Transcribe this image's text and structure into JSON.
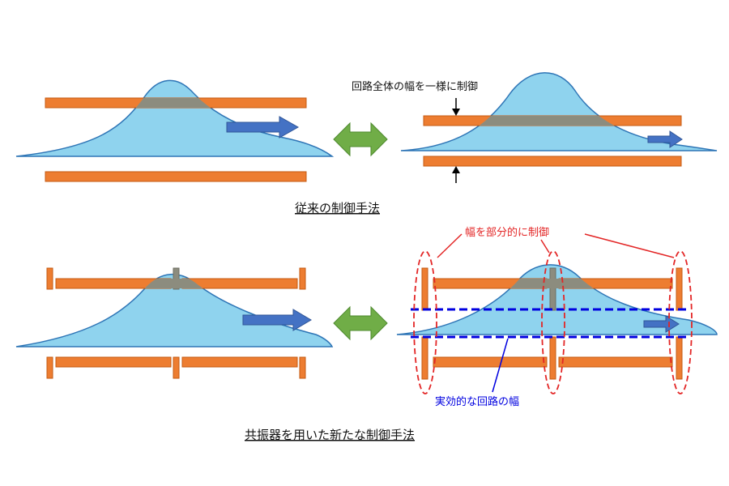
{
  "top_annotation": "回路全体の幅を一様に制御",
  "title_conventional": "従来の制御手法",
  "partial_annotation": "幅を部分的に制御",
  "effective_annotation": "実効的な回路の幅",
  "title_new": "共振器を用いた新たな制御手法",
  "colors": {
    "plate": "#ED7D31",
    "plate_stroke": "#C55A11",
    "wave_fill": "#8FD3EE",
    "wave_stroke": "#2E75B6",
    "overlap": "#8C8C7E",
    "arrow": "#4472C4",
    "double_arrow": "#70AD47",
    "red": "#E32626",
    "blue": "#0000E0"
  }
}
